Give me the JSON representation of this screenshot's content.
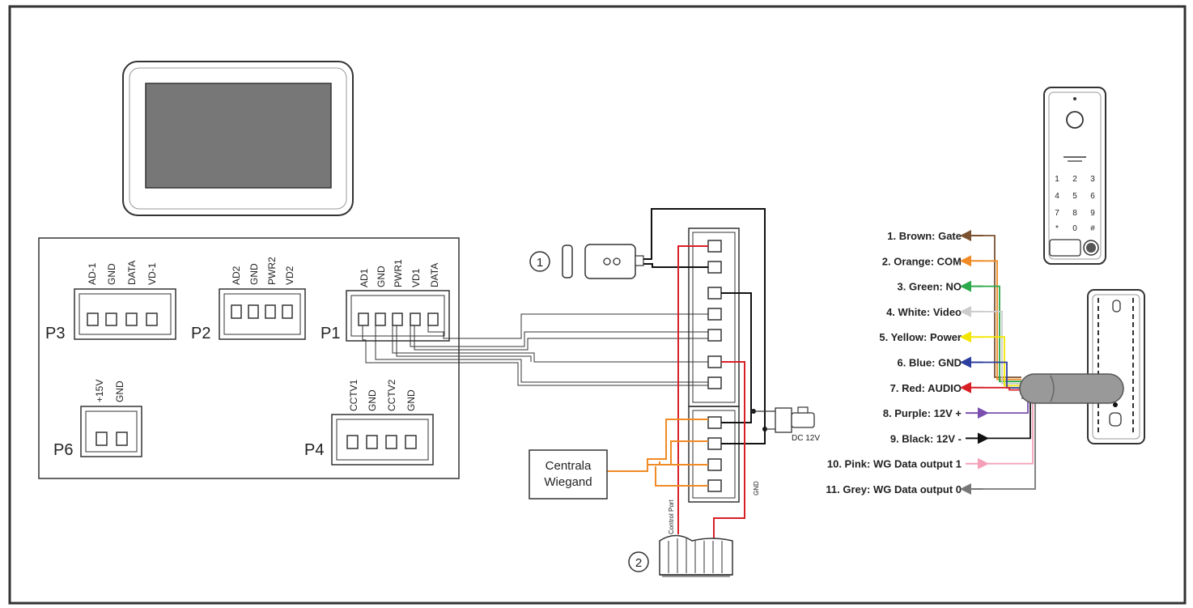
{
  "monitor": {
    "connectors": {
      "p3": {
        "name": "P3",
        "pins": [
          "AD-1",
          "GND",
          "DATA",
          "VD-1"
        ]
      },
      "p2": {
        "name": "P2",
        "pins": [
          "AD2",
          "GND",
          "PWR2",
          "VD2"
        ]
      },
      "p1": {
        "name": "P1",
        "pins": [
          "AD1",
          "GND",
          "PWR1",
          "VD1",
          "DATA"
        ]
      },
      "p6": {
        "name": "P6",
        "pins": [
          "+15V",
          "GND"
        ]
      },
      "p4": {
        "name": "P4",
        "pins": [
          "CCTV1",
          "GND",
          "CCTV2",
          "GND"
        ]
      }
    }
  },
  "markers": {
    "lock": "1",
    "power": "2"
  },
  "wiegand_box": {
    "line1": "Centrala",
    "line2": "Wiegand"
  },
  "board_labels": {
    "control_port": "Control Port",
    "gnd": "GND",
    "dc": "DC 12V"
  },
  "keypad_keys": [
    "1",
    "2",
    "3",
    "4",
    "5",
    "6",
    "7",
    "8",
    "9",
    "*",
    "0",
    "#"
  ],
  "wires": [
    {
      "label": "1. Brown: Gate",
      "color": "#7a5230",
      "dir": "out"
    },
    {
      "label": "2. Orange: COM",
      "color": "#f08a24",
      "dir": "out"
    },
    {
      "label": "3. Green: NO",
      "color": "#2aa84a",
      "dir": "out"
    },
    {
      "label": "4. White: Video",
      "color": "#cccccc",
      "dir": "out"
    },
    {
      "label": "5. Yellow: Power",
      "color": "#f2e600",
      "dir": "out"
    },
    {
      "label": "6. Blue: GND",
      "color": "#2c3e9e",
      "dir": "out"
    },
    {
      "label": "7. Red: AUDIO",
      "color": "#d81f26",
      "dir": "out"
    },
    {
      "label": "8. Purple: 12V +",
      "color": "#7b4fb0",
      "dir": "in"
    },
    {
      "label": "9. Black: 12V -",
      "color": "#111111",
      "dir": "in"
    },
    {
      "label": "10. Pink: WG Data output 1",
      "color": "#f4a0b8",
      "dir": "in"
    },
    {
      "label": "11. Grey: WG Data output 0",
      "color": "#777777",
      "dir": "out"
    }
  ]
}
